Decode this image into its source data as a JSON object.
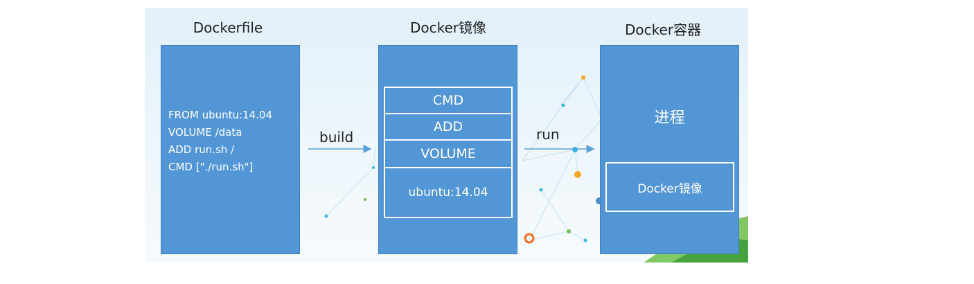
{
  "columns": {
    "dockerfile": {
      "title": "Dockerfile",
      "lines": [
        "FROM ubuntu:14.04",
        "VOLUME /data",
        "ADD run.sh /",
        "CMD [\"./run.sh\"]"
      ]
    },
    "image": {
      "title": "Docker镜像",
      "layers": [
        "CMD",
        "ADD",
        "VOLUME",
        "ubuntu:14.04"
      ]
    },
    "container": {
      "title": "Docker容器",
      "process_label": "进程",
      "inner_label": "Docker镜像"
    }
  },
  "arrows": {
    "build_label": "build",
    "run_label": "run"
  },
  "colors": {
    "box_fill": "#5396d6",
    "arrow": "#5aa0d8",
    "accent_orange": "#f5a623",
    "accent_green": "#6cc04a"
  }
}
